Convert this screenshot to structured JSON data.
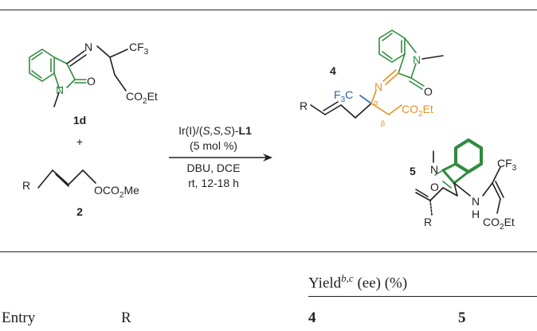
{
  "scheme": {
    "reactant_1": {
      "label": "1d",
      "groups": {
        "N_imine": "N",
        "CF3": "CF",
        "CF3_sub": "3",
        "CO2Et": "CO",
        "CO2Et_sub": "2",
        "CO2Et_end": "Et",
        "N_ring": "N",
        "O": "O"
      }
    },
    "plus": "+",
    "reactant_2": {
      "label": "2",
      "groups": {
        "R": "R",
        "OCO2Me": "OCO",
        "OCO2Me_sub": "2",
        "OCO2Me_end": "Me"
      }
    },
    "conditions": {
      "catalyst_pre": "Ir(I)/(",
      "catalyst_italic": "S,S,S",
      "catalyst_mid": ")-",
      "catalyst_bold": "L1",
      "loading": "(5 mol %)",
      "reagents": "DBU, DCE",
      "time": "rt, 12-18 h"
    },
    "product_4": {
      "label": "4",
      "groups": {
        "N_ring": "N",
        "O": "O",
        "N_imine": "N",
        "F3C": "F",
        "F3C_sub": "3",
        "F3C_end": "C",
        "CO2Et": "CO",
        "CO2Et_sub": "2",
        "CO2Et_end": "Et",
        "R": "R",
        "alpha": "α",
        "beta": "β"
      }
    },
    "product_5": {
      "label": "5",
      "groups": {
        "N_ring": "N",
        "O": "O",
        "NH_N": "N",
        "NH_H": "H",
        "CF3": "CF",
        "CF3_sub": "3",
        "R": "R",
        "CO2Et": "CO",
        "CO2Et_sub": "2",
        "CO2Et_end": "Et"
      }
    },
    "colors": {
      "orange": "#e8901e",
      "blue": "#2660ad",
      "green": "#2e8b3e",
      "ink": "#231f20"
    }
  },
  "table": {
    "group_header": {
      "base": "Yield",
      "sup": "b,c",
      "rest": " (ee) (%)"
    },
    "columns": [
      "Entry",
      "R",
      "4",
      "5"
    ]
  }
}
